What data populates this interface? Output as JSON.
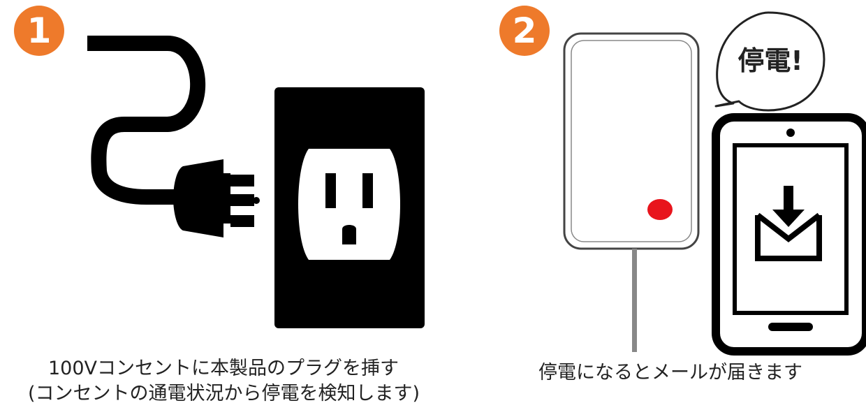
{
  "colors": {
    "badge": "#ee7a2b",
    "led": "#e8141c",
    "ink": "#000000",
    "cable": "#888888"
  },
  "step1": {
    "number": "1",
    "caption_line1": "100Vコンセントに本製品のプラグを挿す",
    "caption_line2": "(コンセントの通電状況から停電を検知します)",
    "icons": [
      "plug-icon",
      "outlet-icon"
    ]
  },
  "step2": {
    "number": "2",
    "bubble_text": "停電!",
    "caption": "停電になるとメールが届きます",
    "icons": [
      "device-icon",
      "led-icon",
      "speech-bubble-icon",
      "smartphone-icon",
      "mail-download-icon"
    ]
  }
}
